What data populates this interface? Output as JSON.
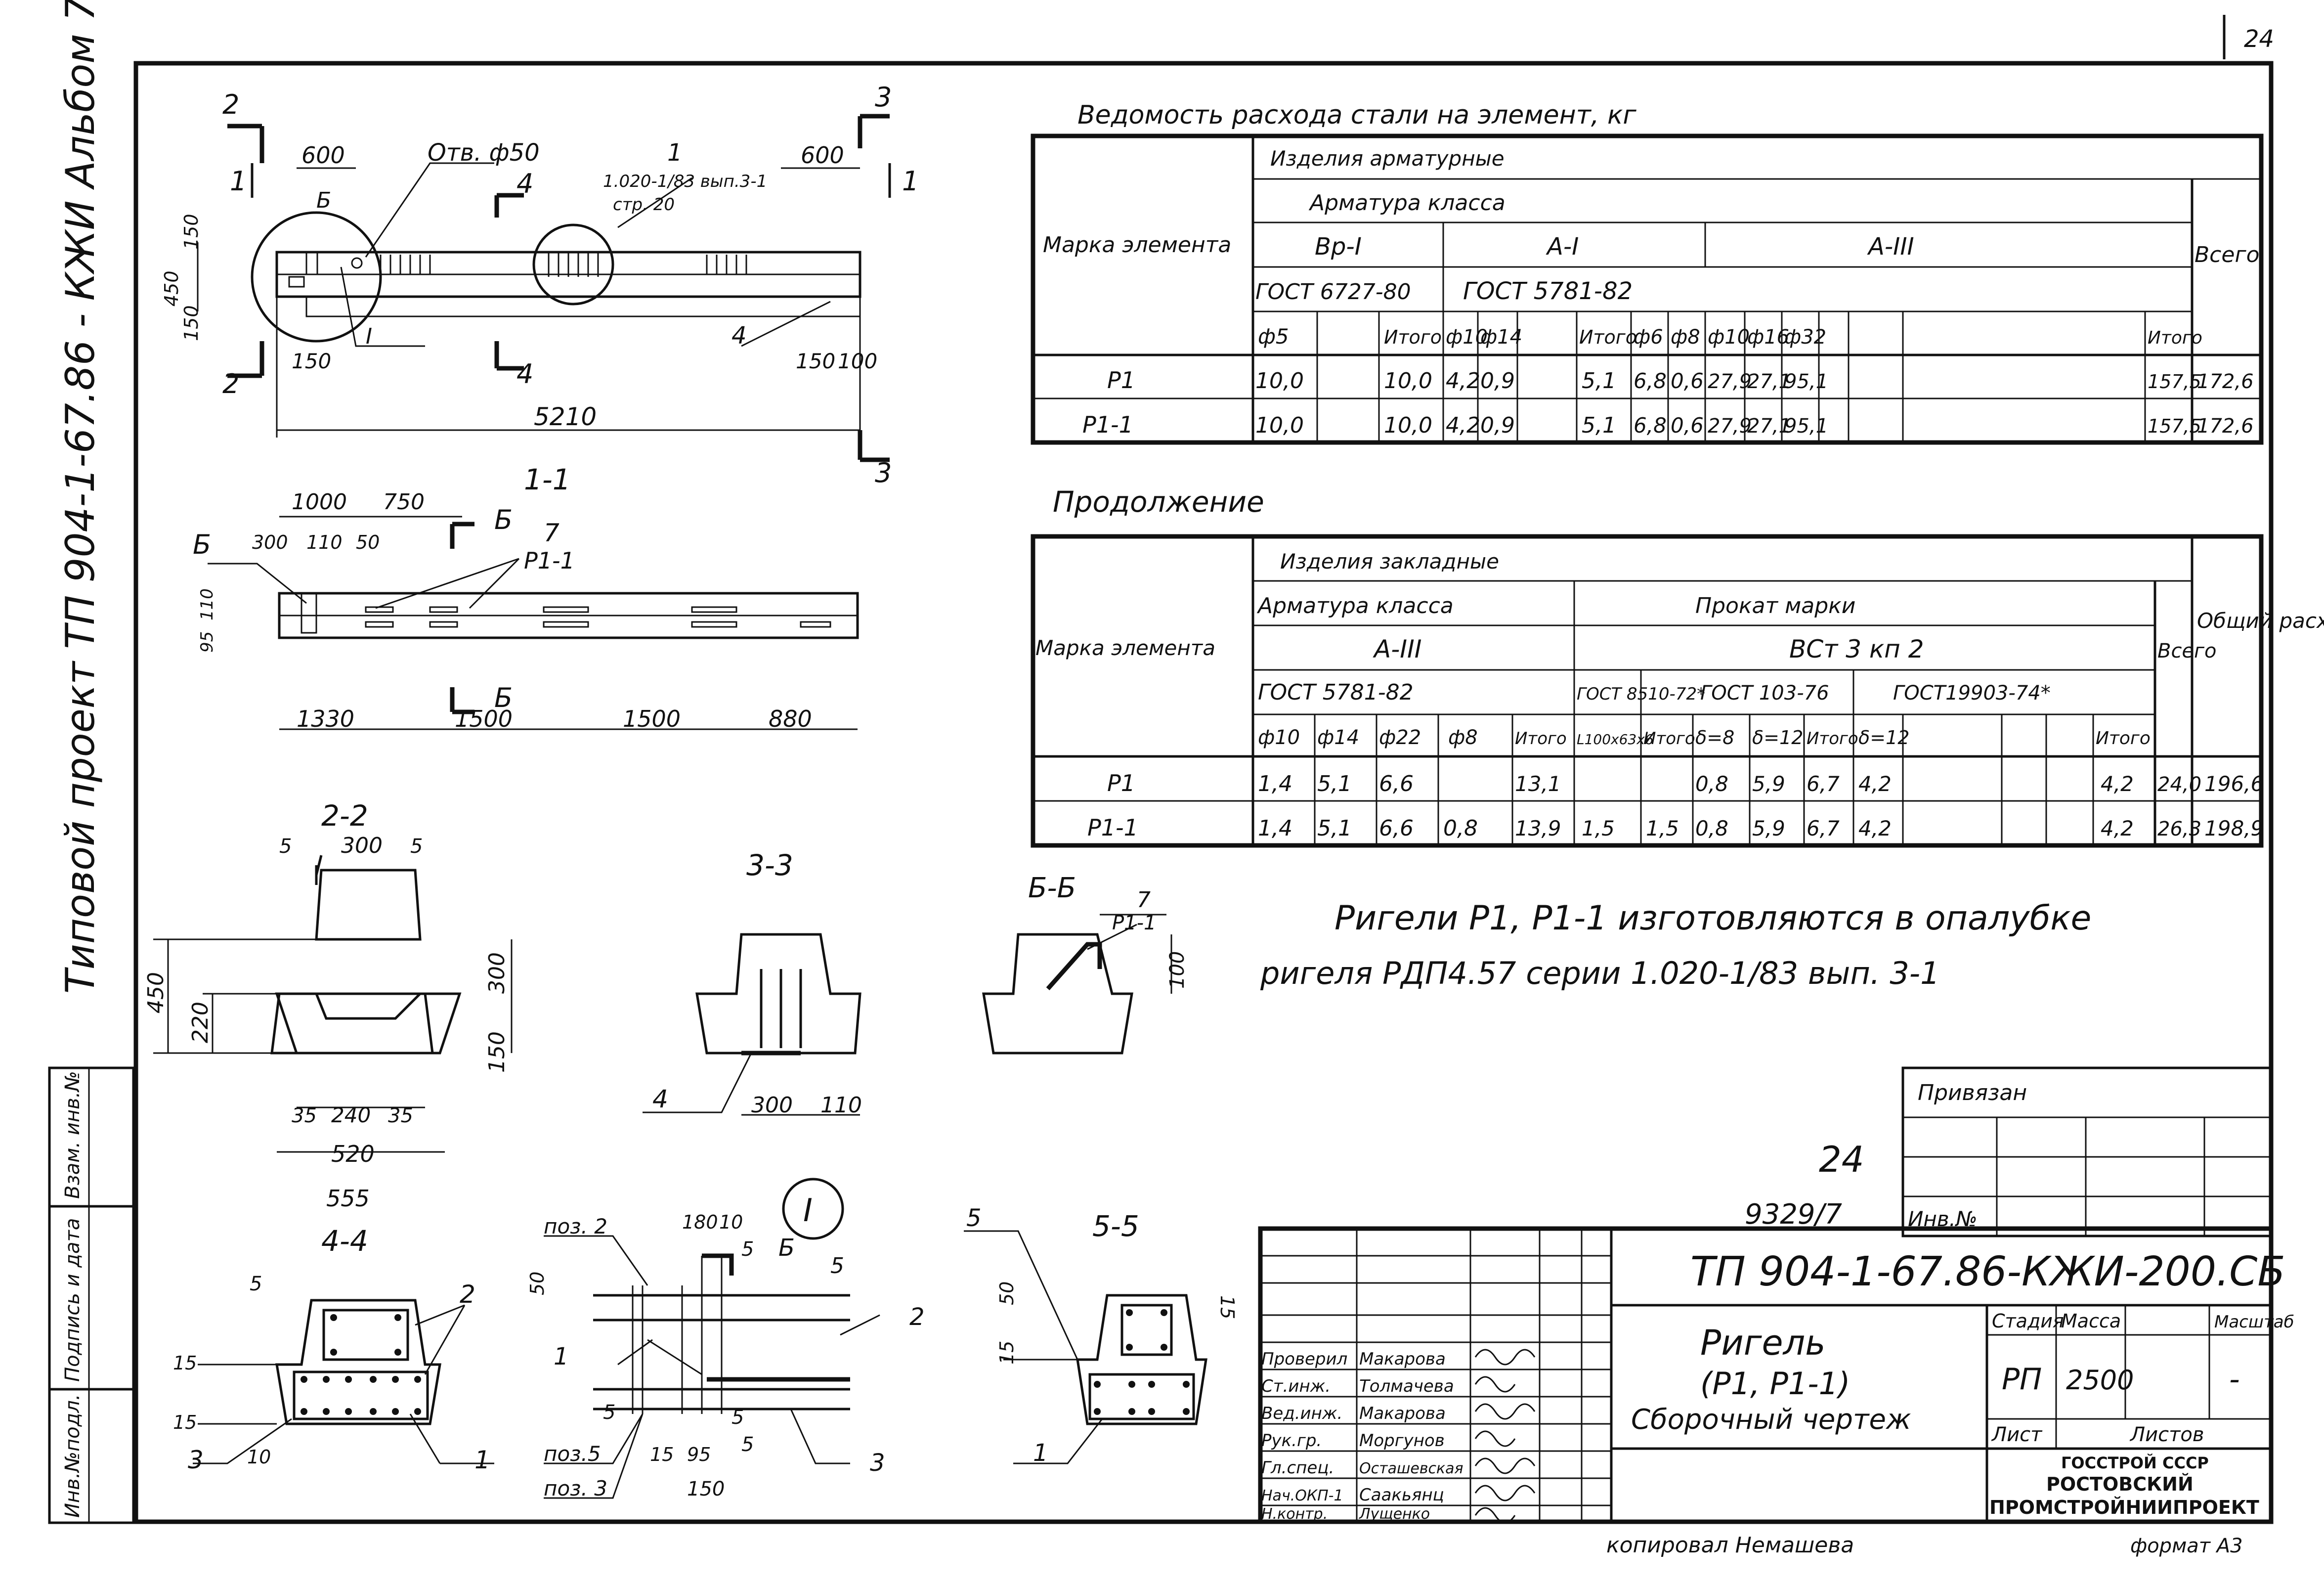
{
  "page_number": "24",
  "side_title": "Типовой проект ТП 904-1-67.86 - КЖИ  Альбом 7",
  "side_stamp": [
    "Инв.№подл.",
    "Подпись и дата",
    "Взам. инв.№"
  ],
  "plan": {
    "section_marks": [
      "2",
      "2",
      "1",
      "1",
      "3",
      "3",
      "4",
      "4"
    ],
    "dims": [
      "600",
      "600",
      "150",
      "450",
      "150",
      "150",
      "150",
      "100",
      "5210"
    ],
    "hole_label": "Отв. ф50",
    "pos1": "1",
    "ref_note": [
      "1.020-1/83 вып.3-1",
      "стр. 20"
    ],
    "callouts": [
      "Б",
      "I",
      "4"
    ]
  },
  "section_11": {
    "title": "1-1",
    "dims": [
      "1000",
      "750",
      "300",
      "110",
      "50",
      "95",
      "110",
      "1330",
      "1500",
      "1500",
      "880"
    ],
    "labels": [
      "Б",
      "Б",
      "7",
      "Р1-1",
      "Б"
    ]
  },
  "section_22": {
    "title": "2-2",
    "dims": [
      "5",
      "300",
      "5",
      "450",
      "220",
      "300",
      "150",
      "35",
      "240",
      "35",
      "520",
      "555"
    ]
  },
  "section_33": {
    "title": "3-3",
    "dims": [
      "300",
      "110"
    ],
    "pos": "4"
  },
  "section_bb": {
    "title": "Б-Б",
    "pos": [
      "7",
      "Р1-1"
    ],
    "dim": "100"
  },
  "section_44": {
    "title": "4-4",
    "dims": [
      "5",
      "15",
      "15",
      "10"
    ],
    "pos": [
      "2",
      "1",
      "3"
    ]
  },
  "node_I": {
    "title": "I",
    "labels": [
      "поз. 2",
      "180",
      "10",
      "5",
      "Б",
      "5",
      "50",
      "1",
      "2",
      "5",
      "5",
      "поз.5",
      "15",
      "95",
      "5",
      "поз. 3",
      "150",
      "3"
    ]
  },
  "section_55": {
    "title": "5-5",
    "dims": [
      "50",
      "15",
      "15"
    ],
    "pos": [
      "5",
      "1"
    ]
  },
  "steel_table": {
    "caption": "Ведомость расхода стали на элемент, кг",
    "col_mark": "Марка элемента",
    "group": "Изделия арматурные",
    "subgroup": "Арматура класса",
    "classes": [
      "Вр-I",
      "А-I",
      "А-III"
    ],
    "gosts": [
      "ГОСТ 6727-80",
      "ГОСТ 5781-82"
    ],
    "columns": [
      "ф5",
      "",
      "Итого",
      "ф10",
      "ф14",
      "",
      "Итого",
      "ф6",
      "ф8",
      "ф10",
      "ф16",
      "ф32",
      "",
      "Итого"
    ],
    "total": "Всего",
    "rows": [
      {
        "mark": "Р1",
        "values": [
          "10,0",
          "",
          "10,0",
          "4,2",
          "0,9",
          "",
          "5,1",
          "6,8",
          "0,6",
          "27,9",
          "27,1",
          "95,1",
          "",
          "157,5"
        ],
        "total": "172,6"
      },
      {
        "mark": "Р1-1",
        "values": [
          "10,0",
          "",
          "10,0",
          "4,2",
          "0,9",
          "",
          "5,1",
          "6,8",
          "0,6",
          "27,9",
          "27,1",
          "95,1",
          "",
          "157,5"
        ],
        "total": "172,6"
      }
    ]
  },
  "cont_table": {
    "caption": "Продолжение",
    "col_mark": "Марка элемента",
    "group": "Изделия закладные",
    "sub_a": "Арматура класса",
    "sub_b": "Прокат марки",
    "class_a": "А-III",
    "class_b": "ВСт 3 кп 2",
    "gosts": [
      "ГОСТ 5781-82",
      "ГОСТ 8510-72*",
      "ГОСТ 103-76",
      "ГОСТ19903-74*"
    ],
    "columns": [
      "ф10",
      "ф14",
      "ф22",
      "ф8",
      "Итого",
      "L100x63x6",
      "Итого",
      "δ=8",
      "δ=12",
      "Итого",
      "δ=12",
      "",
      "Итого"
    ],
    "total": "Всего",
    "grand": "Общий расход",
    "rows": [
      {
        "mark": "Р1",
        "values": [
          "1,4",
          "5,1",
          "6,6",
          "",
          "13,1",
          "",
          "",
          "0,8",
          "5,9",
          "6,7",
          "4,2",
          "",
          "4,2"
        ],
        "total": "24,0",
        "grand": "196,6"
      },
      {
        "mark": "Р1-1",
        "values": [
          "1,4",
          "5,1",
          "6,6",
          "0,8",
          "13,9",
          "1,5",
          "1,5",
          "0,8",
          "5,9",
          "6,7",
          "4,2",
          "",
          "4,2"
        ],
        "total": "26,3",
        "grand": "198,9"
      }
    ]
  },
  "note": [
    "Ригели Р1, Р1-1   изготовляются в опалубке",
    "ригеля РДП4.57 серии 1.020-1/83 вып. 3-1"
  ],
  "bind_block": {
    "title": "Привязан",
    "inv": "Инв.№"
  },
  "handwritten": {
    "sheet": "24",
    "num": "9329/7"
  },
  "title_block": {
    "code": "ТП 904-1-67.86-КЖИ-200.СБ",
    "name": [
      "Ригель",
      "(Р1, Р1-1)",
      "Сборочный чертеж"
    ],
    "stage_label": "Стадия",
    "mass_label": "Масса",
    "scale_label": "Масштаб",
    "stage": "РП",
    "mass": "2500",
    "scale": "-",
    "sheet_label": "Лист",
    "sheets_label": "Листов",
    "org": [
      "ГОССТРОЙ СССР",
      "РОСТОВСКИЙ",
      "ПРОМСТРОЙНИИПРОЕКТ"
    ],
    "signers": [
      {
        "role": "Проверил",
        "name": "Макарова"
      },
      {
        "role": "Ст.инж.",
        "name": "Толмачева"
      },
      {
        "role": "Вед.инж.",
        "name": "Макарова"
      },
      {
        "role": "Рук.гр.",
        "name": "Моргунов"
      },
      {
        "role": "Гл.спец.",
        "name": "Осташевская"
      },
      {
        "role": "Нач.ОКП-1",
        "name": "Саакьянц"
      },
      {
        "role": "Н.контр.",
        "name": "Лущенко"
      }
    ]
  },
  "footer": {
    "copied": "копировал Немашева",
    "format": "формат А3"
  }
}
